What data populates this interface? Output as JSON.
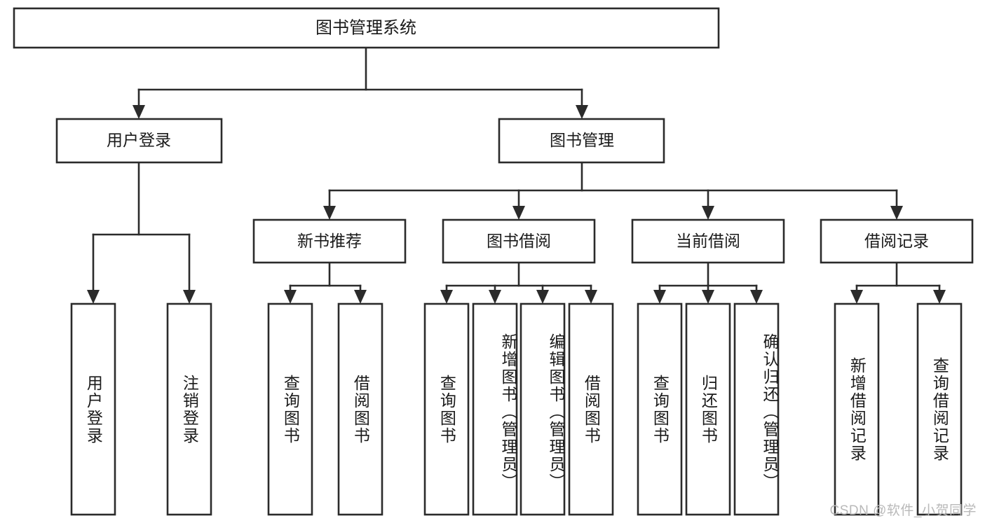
{
  "diagram": {
    "title": "图书管理系统",
    "type": "tree-hierarchy",
    "watermark": "CSDN @软件_小贺同学",
    "accent_stroke": "#2b2b2b",
    "node_fill": "#ffffff",
    "levels": 4
  },
  "root": {
    "label": "图书管理系统"
  },
  "level2": {
    "user_login": {
      "label": "用户登录"
    },
    "book_manage": {
      "label": "图书管理"
    }
  },
  "level3": {
    "new_book": {
      "label": "新书推荐"
    },
    "book_borrow": {
      "label": "图书借阅"
    },
    "current_borrow": {
      "label": "当前借阅"
    },
    "borrow_record": {
      "label": "借阅记录"
    }
  },
  "level4": {
    "user_login_children": [
      {
        "label": "用户登录"
      },
      {
        "label": "注销登录"
      }
    ],
    "new_book_children": [
      {
        "label": "查询图书"
      },
      {
        "label": "借阅图书"
      }
    ],
    "book_borrow_children": [
      {
        "label": "查询图书"
      },
      {
        "label": "新增图书（管理员）"
      },
      {
        "label": "编辑图书（管理员）"
      },
      {
        "label": "借阅图书"
      }
    ],
    "current_borrow_children": [
      {
        "label": "查询图书"
      },
      {
        "label": "归还图书"
      },
      {
        "label": "确认归还（管理员）"
      }
    ],
    "borrow_record_children": [
      {
        "label": "新增借阅记录"
      },
      {
        "label": "查询借阅记录"
      }
    ]
  }
}
